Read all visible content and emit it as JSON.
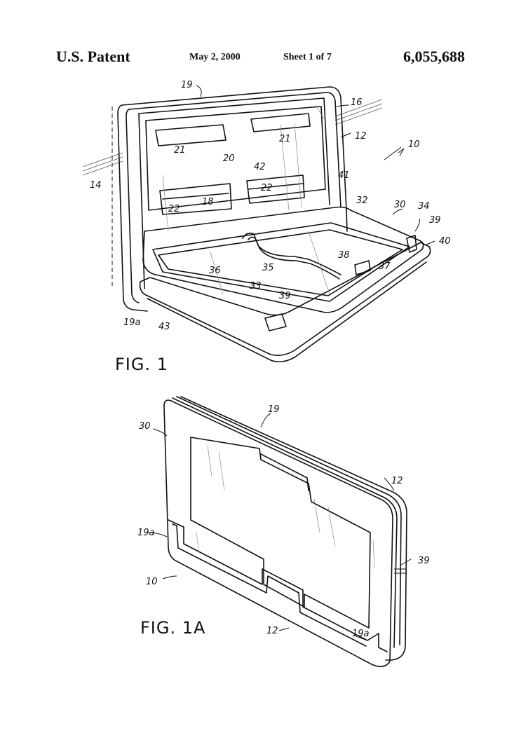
{
  "header": {
    "left": "U.S. Patent",
    "date": "May 2, 2000",
    "sheet": "Sheet 1 of 7",
    "patent_number": "6,055,688"
  },
  "figure1": {
    "label": "FIG. 1",
    "refs": [
      "19",
      "16",
      "12",
      "10",
      "21",
      "21",
      "20",
      "42",
      "41",
      "14",
      "22",
      "18",
      "22",
      "32",
      "30",
      "34",
      "39",
      "40",
      "36",
      "35",
      "38",
      "37",
      "33",
      "39",
      "19a",
      "43"
    ]
  },
  "figure1a": {
    "label": "FIG. 1A",
    "refs": [
      "30",
      "19",
      "12",
      "19a",
      "39",
      "10",
      "12",
      "19a"
    ]
  }
}
